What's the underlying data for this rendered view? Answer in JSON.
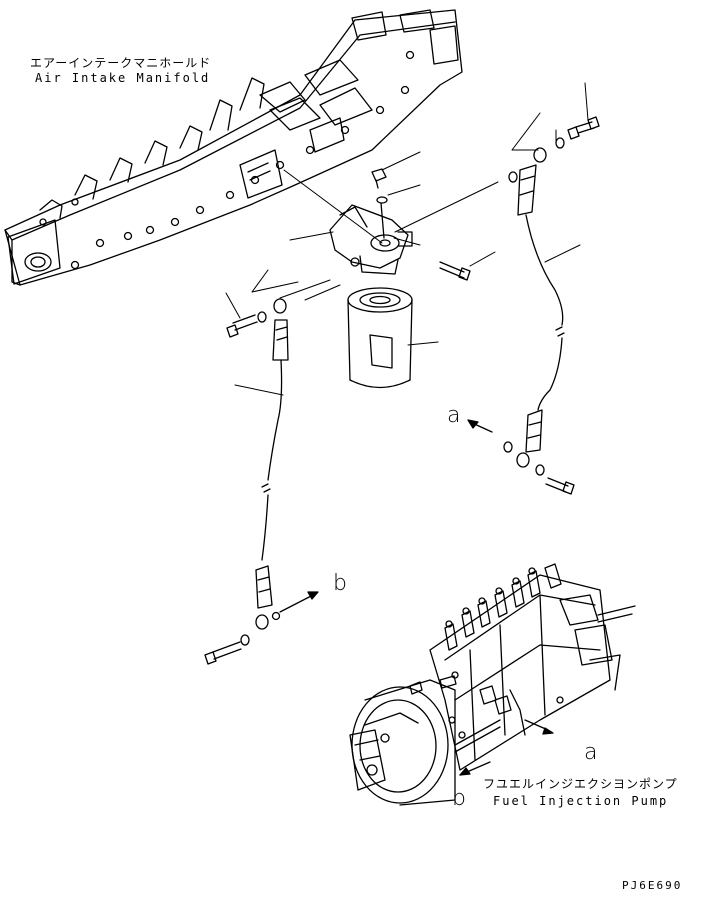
{
  "labels": {
    "manifold_jp": "エアーインテークマニホールド",
    "manifold_en": "Air Intake Manifold",
    "pump_jp": "フユエルインジエクシヨンポンプ",
    "pump_en": "Fuel Injection Pump",
    "arrow_a_top": "a",
    "arrow_b_left": "b",
    "arrow_a_pump": "a",
    "arrow_b_pump": "b",
    "drawing_code": "PJ6E690"
  },
  "colors": {
    "line": "#000000",
    "background": "#ffffff"
  }
}
